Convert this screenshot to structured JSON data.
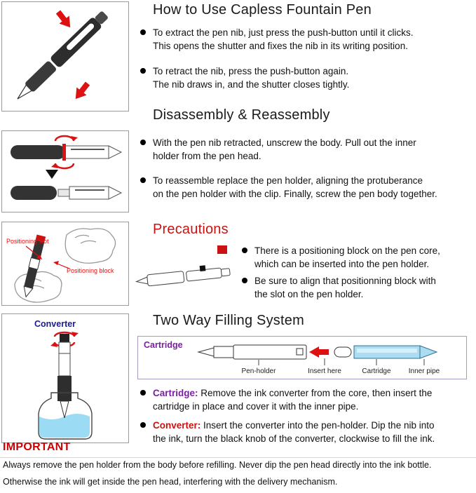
{
  "colors": {
    "accent_red": "#cc1111",
    "label_purple": "#7a1fa2",
    "label_blue": "#1a1a99",
    "ink_blue": "#9bdcf4",
    "pen_dark": "#333333"
  },
  "how_to_use": {
    "title": "How to Use Capless Fountain Pen",
    "bullets": [
      "To extract the pen nib, just press the push-button until it clicks.\nThis opens the shutter and fixes the nib in its writing position.",
      "To retract the nib, press the push-button again.\nThe nib draws in, and the shutter closes tightly."
    ]
  },
  "disassembly": {
    "title": "Disassembly & Reassembly",
    "bullets": [
      "With the pen nib retracted, unscrew the body. Pull out the inner\nholder from the pen head.",
      "To reassemble replace the pen holder, aligning the protuberance\non the pen holder with the clip. Finally, screw the pen body together."
    ]
  },
  "precautions": {
    "title": "Precautions",
    "bullets": [
      "There is a positioning block on the pen core,\nwhich can be inserted into the pen holder.",
      "Be sure to align that positionning block with\nthe slot on the pen holder."
    ]
  },
  "two_way": {
    "title": "Two Way Filling System",
    "diagram": {
      "heading": "Cartridge",
      "labels": [
        "Pen-holder",
        "Insert here",
        "Cartridge",
        "Inner pipe"
      ]
    },
    "bullets": [
      {
        "label": "Cartridge:",
        "text": "Remove the ink converter from the core, then insert the\ncartridge in place and cover it with the inner pipe."
      },
      {
        "label": "Converter:",
        "text": "Insert the converter into the pen-holder. Dip the nib into\nthe ink, turn the black knob of the converter, clockwise to fill the ink."
      }
    ]
  },
  "important": {
    "title": "IMPORTANT",
    "lines": [
      "Always remove the pen holder from the body before refilling. Never dip the pen head directly into the ink bottle.",
      "Otherwise the ink will get inside the pen head, interfering with the delivery mechanism."
    ]
  },
  "illustrations": {
    "positioning_slot": "Positioning slot",
    "positioning_block": "Positioning block",
    "converter": "Converter"
  }
}
